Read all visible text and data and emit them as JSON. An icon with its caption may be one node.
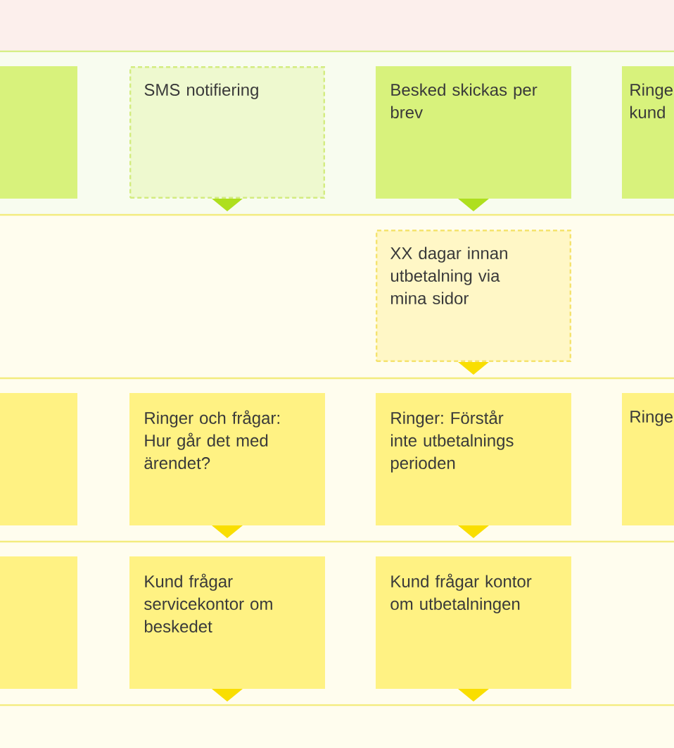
{
  "diagram": {
    "nodes": [
      {
        "text": [],
        "shape": "box"
      },
      {
        "text": [
          "SMS notifiering"
        ]
      },
      {
        "text": [
          "Besked skickas per brev"
        ]
      },
      {
        "text": [
          "Ringe kund"
        ]
      },
      {
        "text": [
          "XX dagar innan utbetalning via mina sidor"
        ]
      },
      {
        "text": [],
        "shape": "box"
      },
      {
        "text": [
          "Ringer och frågar: Hur går det med ärendet?"
        ]
      },
      {
        "text": [
          "Ringer: Förstår inte utbetalnings perioden"
        ]
      },
      {
        "text": [
          "Ringe"
        ]
      },
      {
        "text": [],
        "shape": "box"
      },
      {
        "text": [
          "Kund frågar servicekontor om beskedet"
        ]
      },
      {
        "text": [
          "Kund frågar kontor om utbetalningen"
        ]
      }
    ]
  }
}
